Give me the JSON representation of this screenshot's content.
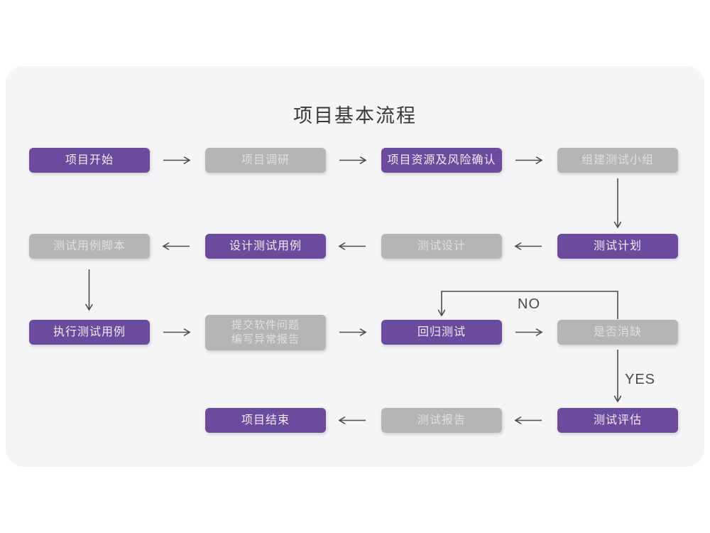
{
  "title": "项目基本流程",
  "colors": {
    "node_purple": "#6b4b9d",
    "node_gray": "#b5b4b6",
    "card_background": "#f5f4f6",
    "page_background": "#ffffff",
    "arrow": "#4d4b4e",
    "title_text": "#3a383b"
  },
  "flow_labels": {
    "no": "NO",
    "yes": "YES"
  },
  "nodes": [
    {
      "id": "project-start",
      "label": "项目开始",
      "variant": "purple"
    },
    {
      "id": "project-research",
      "label": "项目调研",
      "variant": "gray"
    },
    {
      "id": "resources-risk-confirm",
      "label": "项目资源及风险确认",
      "variant": "purple"
    },
    {
      "id": "build-test-team",
      "label": "组建测试小组",
      "variant": "gray"
    },
    {
      "id": "test-case-script",
      "label": "测试用例脚本",
      "variant": "gray"
    },
    {
      "id": "design-test-case",
      "label": "设计测试用例",
      "variant": "purple"
    },
    {
      "id": "test-design",
      "label": "测试设计",
      "variant": "gray"
    },
    {
      "id": "test-plan",
      "label": "测试计划",
      "variant": "purple"
    },
    {
      "id": "execute-test-case",
      "label": "执行测试用例",
      "variant": "purple"
    },
    {
      "id": "submit-issue-report",
      "label_lines": [
        "提交软件问题",
        "编写异常报告"
      ],
      "variant": "gray"
    },
    {
      "id": "regression-test",
      "label": "回归测试",
      "variant": "purple"
    },
    {
      "id": "defect-resolved",
      "label": "是否消缺",
      "variant": "gray"
    },
    {
      "id": "project-end",
      "label": "项目结束",
      "variant": "purple"
    },
    {
      "id": "test-report",
      "label": "测试报告",
      "variant": "gray"
    },
    {
      "id": "test-evaluation",
      "label": "测试评估",
      "variant": "purple"
    }
  ],
  "edges": [
    {
      "from": "项目开始",
      "to": "项目调研"
    },
    {
      "from": "项目调研",
      "to": "项目资源及风险确认"
    },
    {
      "from": "项目资源及风险确认",
      "to": "组建测试小组"
    },
    {
      "from": "组建测试小组",
      "to": "测试计划"
    },
    {
      "from": "测试计划",
      "to": "测试设计"
    },
    {
      "from": "测试设计",
      "to": "设计测试用例"
    },
    {
      "from": "设计测试用例",
      "to": "测试用例脚本"
    },
    {
      "from": "测试用例脚本",
      "to": "执行测试用例"
    },
    {
      "from": "执行测试用例",
      "to": "提交软件问题编写异常报告"
    },
    {
      "from": "提交软件问题编写异常报告",
      "to": "回归测试"
    },
    {
      "from": "回归测试",
      "to": "是否消缺"
    },
    {
      "from": "是否消缺",
      "to": "回归测试",
      "label": "NO"
    },
    {
      "from": "是否消缺",
      "to": "测试评估",
      "label": "YES"
    },
    {
      "from": "测试评估",
      "to": "测试报告"
    },
    {
      "from": "测试报告",
      "to": "项目结束"
    }
  ]
}
